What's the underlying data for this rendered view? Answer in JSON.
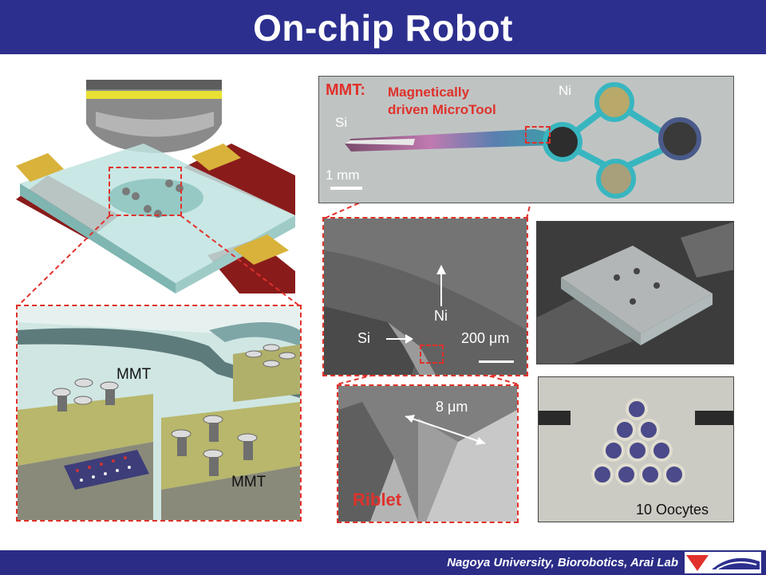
{
  "title": "On-chip Robot",
  "footer": "Nagoya University, Biorobotics, Arai Lab",
  "mmt_panel": {
    "heading_abbr": "MMT:",
    "heading_line1": "Magnetically",
    "heading_line2": "driven MicroTool",
    "label_si": "Si",
    "label_ni": "Ni",
    "scale": "1 mm"
  },
  "sem_panel": {
    "label_ni": "Ni",
    "label_si": "Si",
    "scale": "200 μm"
  },
  "riblet_panel": {
    "scale": "8 μm",
    "label": "Riblet"
  },
  "chip_zoom": {
    "label_mmt_1": "MMT",
    "label_mmt_2": "MMT"
  },
  "oocyte_panel": {
    "caption": "10 Oocytes"
  },
  "colors": {
    "title_bar": "#2c2f8e",
    "accent_red": "#e0312b",
    "footer_bar": "#2a2c86"
  }
}
